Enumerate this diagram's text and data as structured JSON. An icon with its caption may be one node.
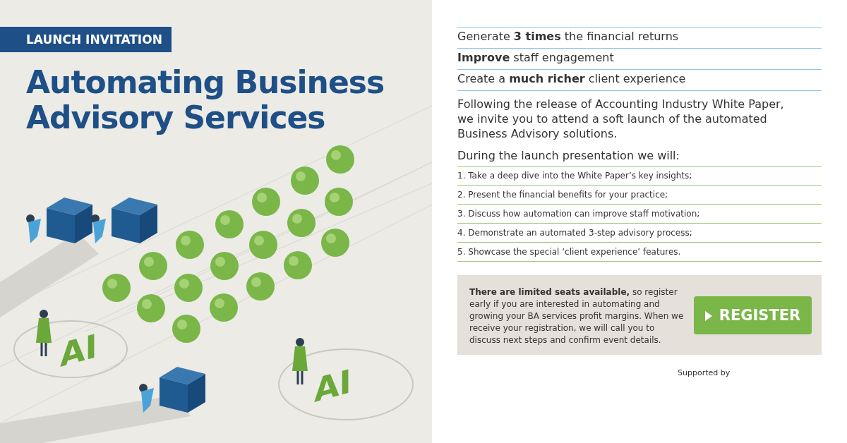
{
  "diagram": {
    "title": "Automating Business Advisory Services",
    "labels": [
      "LAUNCH INVITATION",
      "AI",
      "AI",
      "Generate **3 times** the financial returns",
      "**Improve** staff engagement",
      "Create a **much richer** client experience",
      "Following the release of Accounting Industry White Paper, we invite you to attend a soft launch of the automated Business Advisory solutions.",
      "During the launch presentation we will:",
      "1. Take a deep dive into the White Paper’s key insights;",
      "2. Present the financial benefits for your practice;",
      "3. Discuss how automation can improve staff motivation;",
      "4. Demonstrate an automated 3-step advisory process;",
      "5. Showcase the special ‘client experience’ features.",
      "**There are limited seats available,** so register early if you are interested in automating and growing your BA services profit margins. When we receive your registration, we will call you to discuss next steps and confirm event details.",
      "REGISTER",
      "Supported by"
    ]
  }
}
